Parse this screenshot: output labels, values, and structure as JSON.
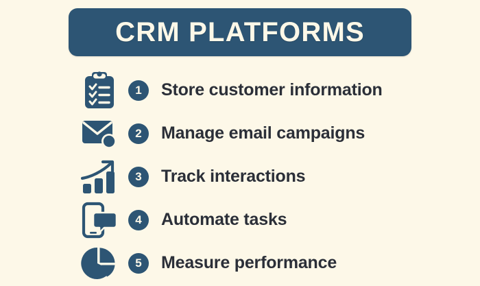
{
  "colors": {
    "background": "#fdf8e8",
    "navy": "#2d5574",
    "cream": "#fdf8e8",
    "text": "#2b2f38"
  },
  "header": {
    "title": "CRM PLATFORMS"
  },
  "list": {
    "items": [
      {
        "number": "1",
        "label": "Store customer information",
        "icon": "clipboard-checklist-icon"
      },
      {
        "number": "2",
        "label": "Manage email campaigns",
        "icon": "envelope-notification-icon"
      },
      {
        "number": "3",
        "label": "Track interactions",
        "icon": "bar-chart-growth-icon"
      },
      {
        "number": "4",
        "label": "Automate tasks",
        "icon": "mobile-chat-icon"
      },
      {
        "number": "5",
        "label": "Measure performance",
        "icon": "pie-chart-icon"
      }
    ]
  }
}
